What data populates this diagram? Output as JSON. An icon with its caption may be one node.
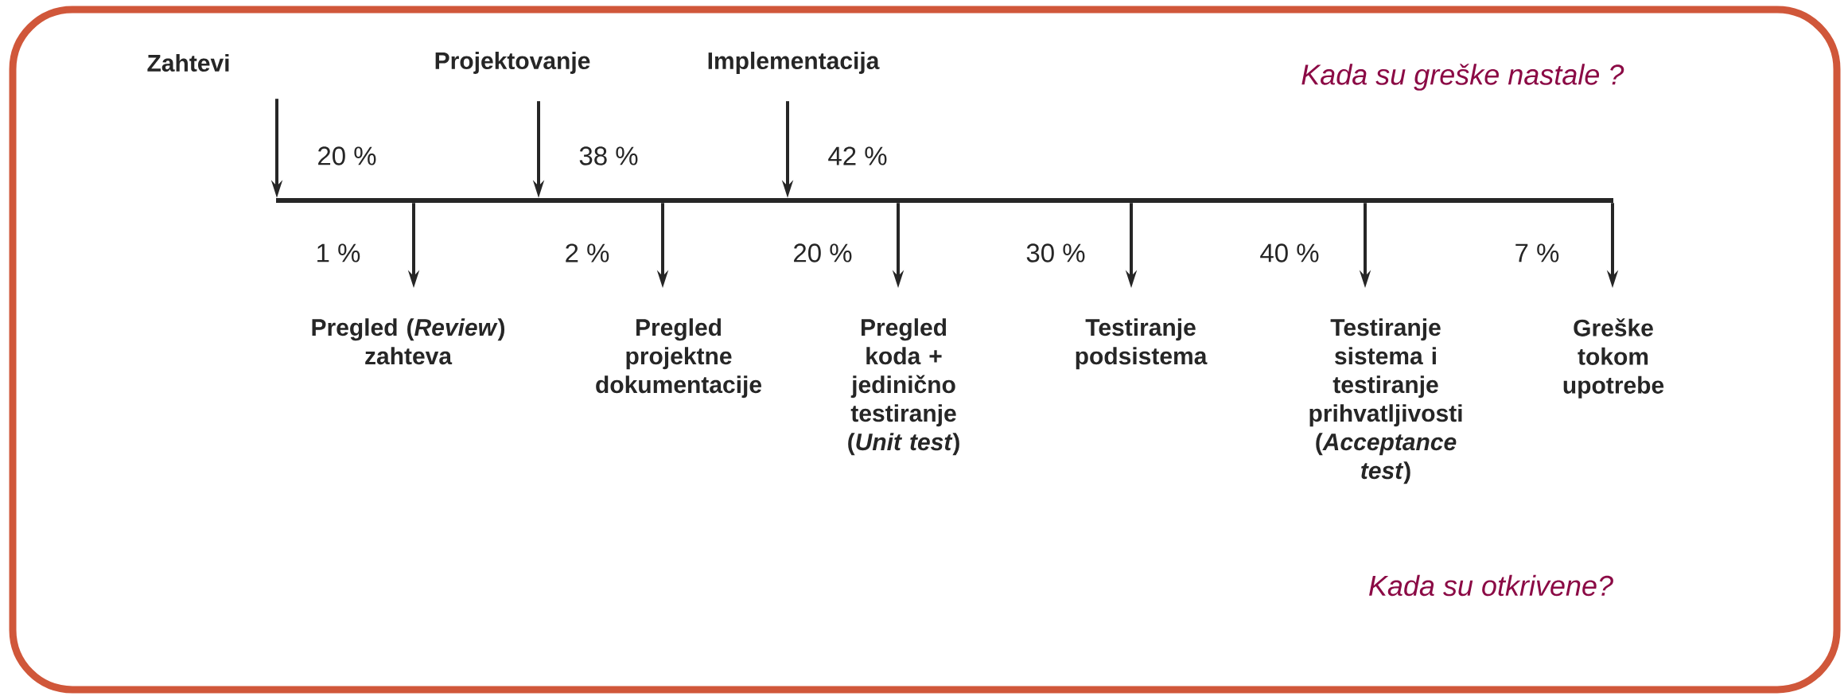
{
  "diagram": {
    "nodes": [
      {
        "text": [
          "Zahtevi"
        ]
      },
      {
        "text": [
          "Projektovanje"
        ]
      },
      {
        "text": [
          "Implementacija"
        ]
      },
      {
        "text": [],
        "shape": "bar"
      },
      {
        "text": [
          "Pregled (*Review*) zahteva"
        ]
      },
      {
        "text": [
          "Pregled projektne dokumentacije"
        ]
      },
      {
        "text": [
          "Pregled koda + jedinično testiranje (*Unit test*)"
        ]
      },
      {
        "text": [
          "Testiranje podsistema"
        ]
      },
      {
        "text": [
          "Testiranje sistema i testiranje prihvatljivosti (*Acceptance test*)"
        ]
      },
      {
        "text": [
          "Greške tokom upotrebe"
        ]
      }
    ],
    "edges": [
      {
        "from": 0,
        "to": 3,
        "arrow": "to",
        "label": "20 %"
      },
      {
        "from": 1,
        "to": 3,
        "arrow": "to",
        "label": "38 %"
      },
      {
        "from": 2,
        "to": 3,
        "arrow": "to",
        "label": "42 %"
      },
      {
        "from": 3,
        "to": 4,
        "arrow": "to",
        "label": "1 %"
      },
      {
        "from": 3,
        "to": 5,
        "arrow": "to",
        "label": "2 %"
      },
      {
        "from": 3,
        "to": 6,
        "arrow": "to",
        "label": "20 %"
      },
      {
        "from": 3,
        "to": 7,
        "arrow": "to",
        "label": "30 %"
      },
      {
        "from": 3,
        "to": 8,
        "arrow": "to",
        "label": "40 %"
      },
      {
        "from": 3,
        "to": 9,
        "arrow": "to",
        "label": "7 %"
      }
    ],
    "labels": [
      "Kada su greške nastale ?",
      "Kada su otkrivene?"
    ]
  }
}
